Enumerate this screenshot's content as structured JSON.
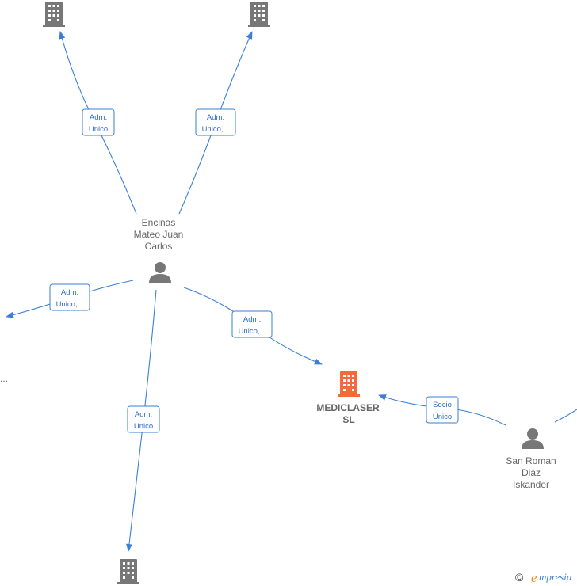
{
  "colors": {
    "edge": "#3a7fd6",
    "building_gray": "#777777",
    "building_highlight": "#f26a3d",
    "person": "#777777",
    "text": "#666666"
  },
  "nodes": {
    "main_company": {
      "line1": "MEDICLASER",
      "line2": "SL",
      "icon": "building-icon-highlighted"
    },
    "person_encinas": {
      "line1": "Encinas",
      "line2": "Mateo Juan",
      "line3": "Carlos",
      "icon": "person-icon"
    },
    "person_sanroman": {
      "line1": "San Roman",
      "line2": "Diaz",
      "line3": "Iskander",
      "icon": "person-icon"
    },
    "company_top_left": {
      "icon": "building-icon"
    },
    "company_top_right": {
      "icon": "building-icon"
    },
    "company_bottom": {
      "icon": "building-icon"
    },
    "left_cut_text": "..."
  },
  "edges": {
    "top_left": {
      "line1": "Adm.",
      "line2": "Unico"
    },
    "top_right": {
      "line1": "Adm.",
      "line2": "Unico,..."
    },
    "left": {
      "line1": "Adm.",
      "line2": "Unico,..."
    },
    "to_main": {
      "line1": "Adm.",
      "line2": "Unico,..."
    },
    "bottom": {
      "line1": "Adm.",
      "line2": "Unico"
    },
    "socio": {
      "line1": "Socio",
      "line2": "Único"
    }
  },
  "watermark": {
    "copyright": "©",
    "e": "e",
    "brand": "mpresia"
  }
}
